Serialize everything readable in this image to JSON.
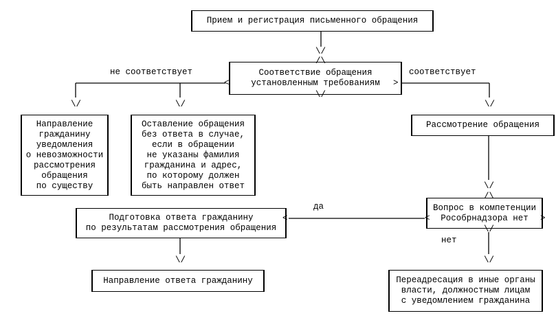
{
  "nodes": {
    "receive": "Прием и регистрация письменного обращения",
    "check": "Соответствие обращения\nустановленным требованиям",
    "notify": "Направление\nгражданину\nуведомления\nо невозможности\nрассмотрения\nобращения\nпо существу",
    "leave": "Оставление обращения\nбез ответа в случае,\nесли в обращении\nне указаны фамилия\nгражданина и адрес,\nпо которому должен\nбыть направлен ответ",
    "review": "Рассмотрение обращения",
    "competence": "Вопрос в компетенции\nРособрнадзора нет",
    "prepare": "Подготовка ответа гражданину\nпо результатам рассмотрения обращения",
    "send": "Направление ответа гражданину",
    "redirect": "Переадресация в иные органы\nвласти, должностным лицам\nс уведомлением гражданина"
  },
  "labels": {
    "not_match": "не соответствует",
    "match": "соответствует",
    "yes": "да",
    "no": "нет"
  },
  "glyphs": {
    "down": "\\/",
    "up": "/\\",
    "left": "<",
    "right": ">"
  }
}
